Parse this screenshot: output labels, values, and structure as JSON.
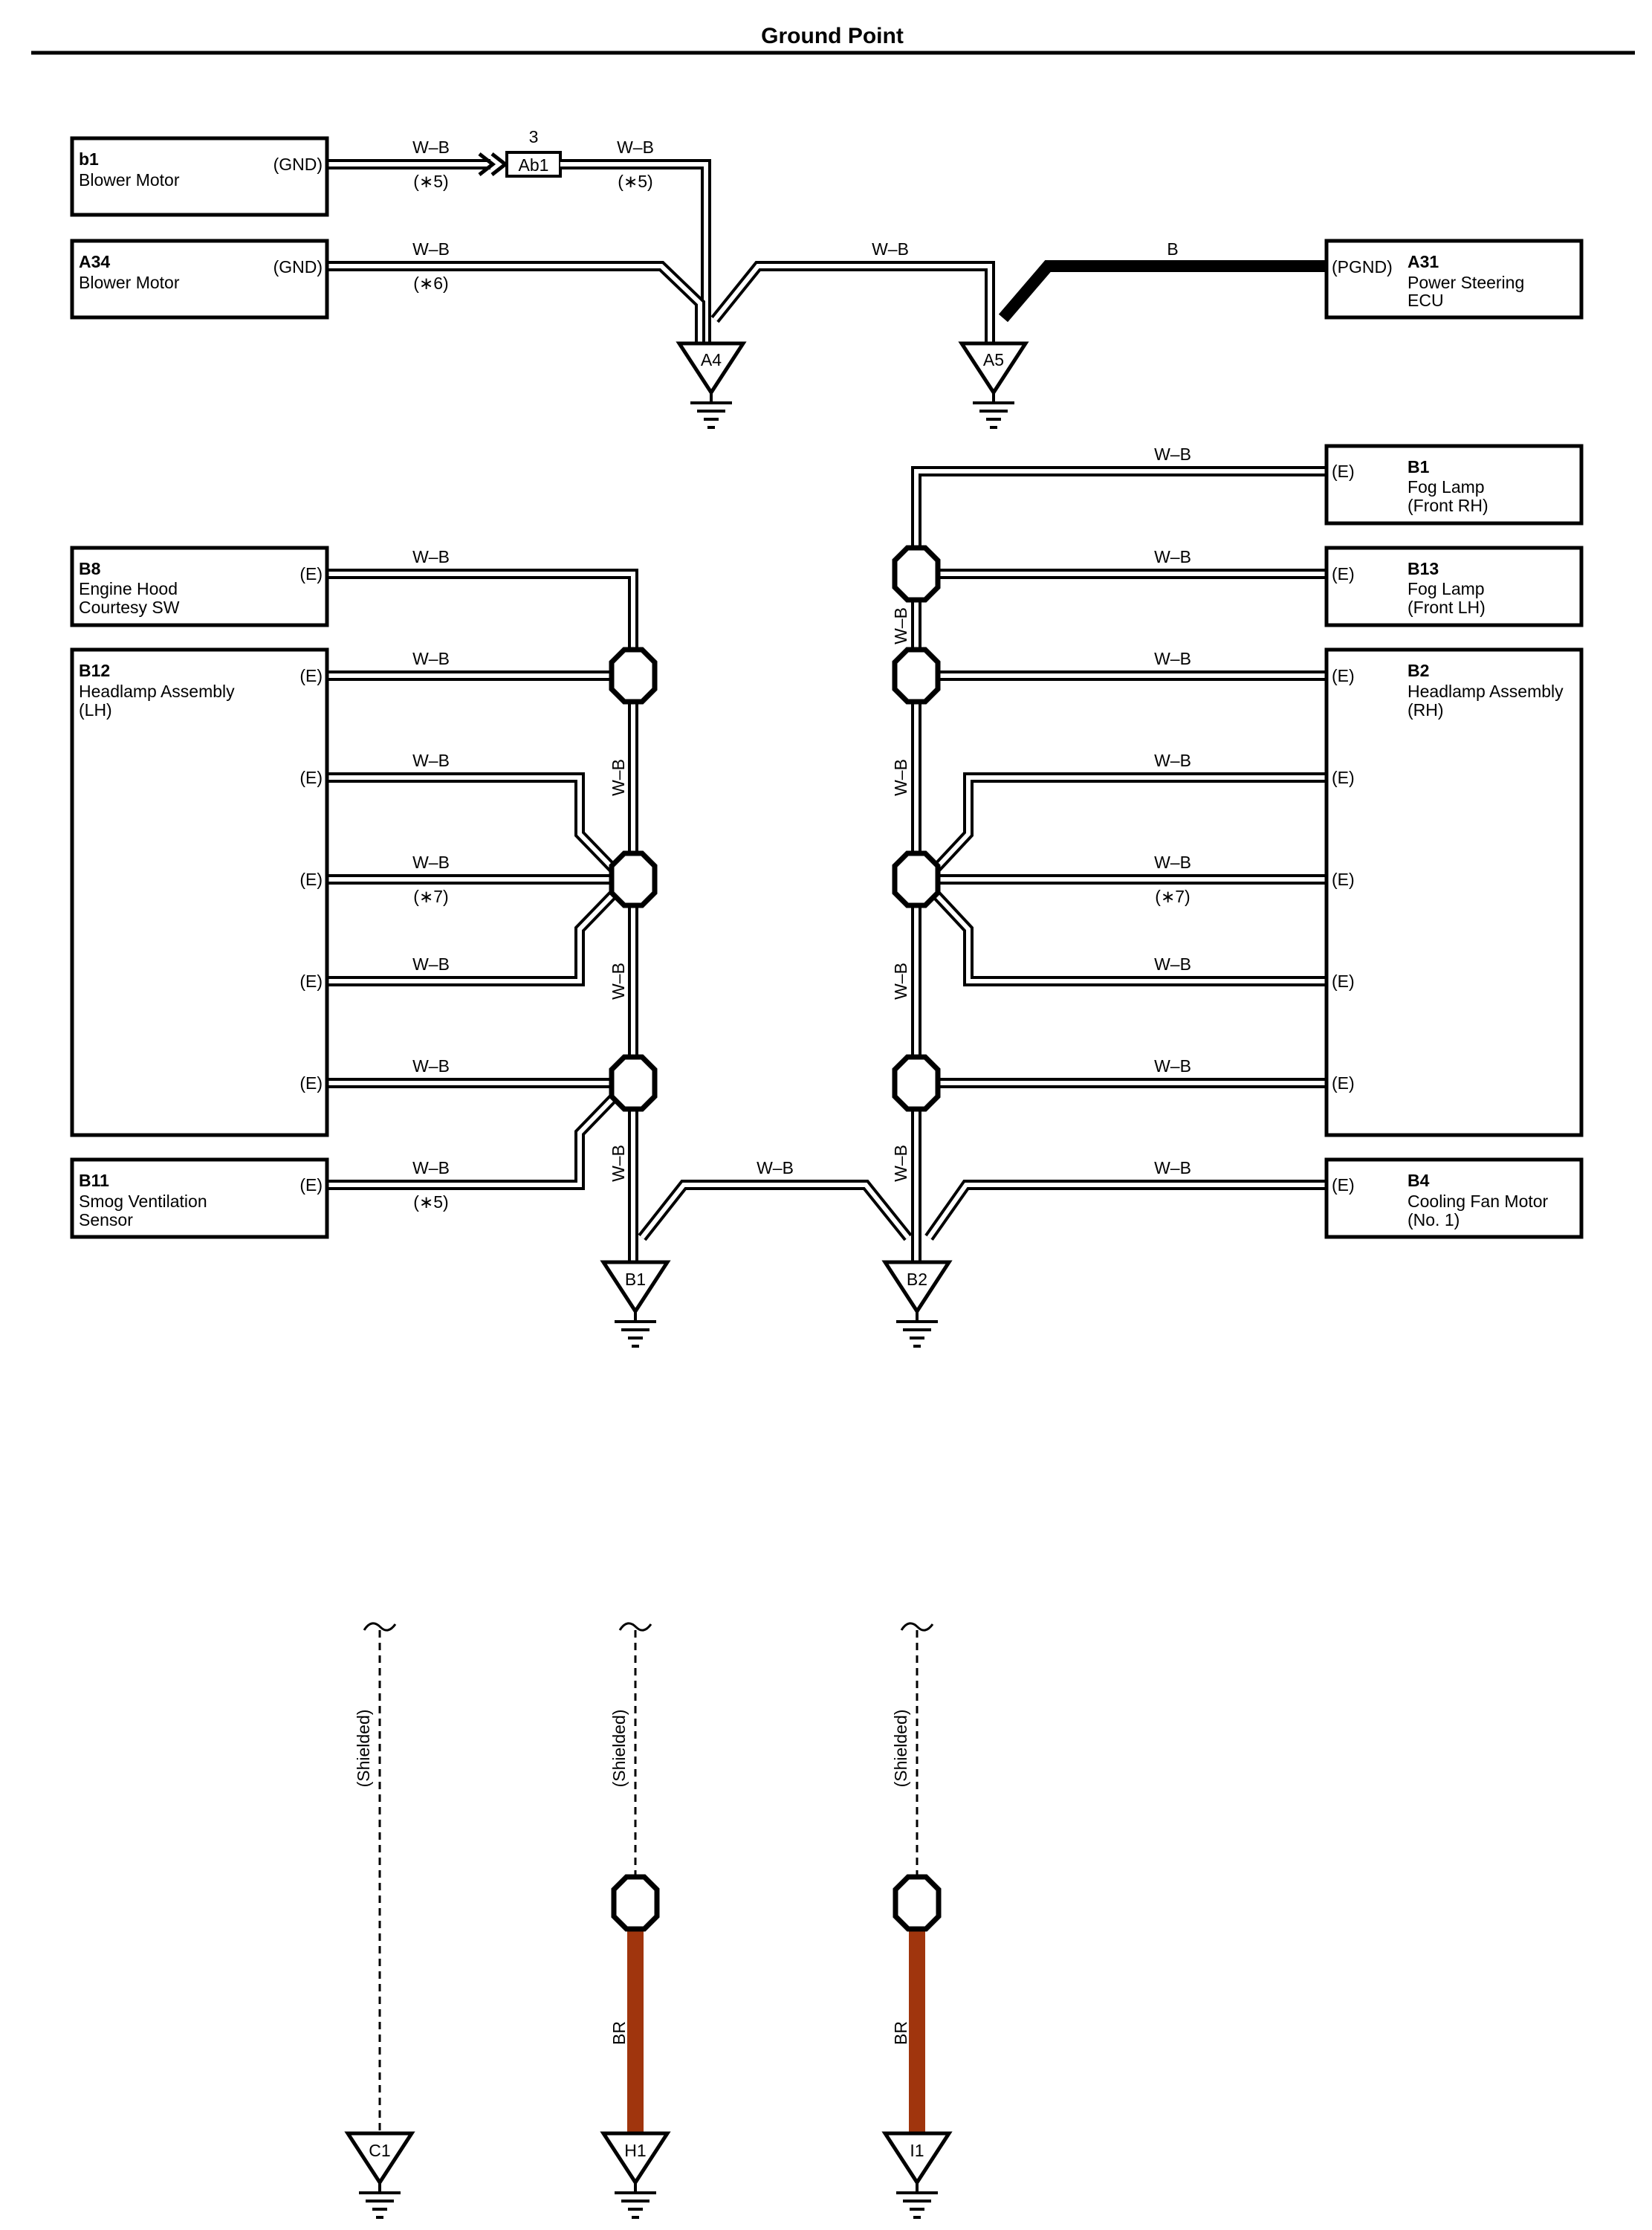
{
  "title": "Ground Point",
  "wire_color_wb": "W–B",
  "wire_color_b": "B",
  "wire_color_br": "BR",
  "shielded_label": "(Shielded)",
  "pin_gnd": "(GND)",
  "pin_pgnd": "(PGND)",
  "pin_e": "(E)",
  "notes": {
    "n5": "(∗5)",
    "n6": "(∗6)",
    "n7": "(∗7)"
  },
  "inline_connector": {
    "id": "Ab1",
    "pin": "3"
  },
  "components": {
    "b1": {
      "code": "b1",
      "name": [
        "Blower Motor"
      ]
    },
    "a34": {
      "code": "A34",
      "name": [
        "Blower Motor"
      ]
    },
    "a31": {
      "code": "A31",
      "name": [
        "Power Steering",
        "ECU"
      ]
    },
    "b1_fog": {
      "code": "B1",
      "name": [
        "Fog Lamp",
        "(Front RH)"
      ]
    },
    "b8": {
      "code": "B8",
      "name": [
        "Engine Hood",
        "Courtesy SW"
      ]
    },
    "b13": {
      "code": "B13",
      "name": [
        "Fog Lamp",
        "(Front LH)"
      ]
    },
    "b12": {
      "code": "B12",
      "name": [
        "Headlamp Assembly",
        "(LH)"
      ]
    },
    "b2_head": {
      "code": "B2",
      "name": [
        "Headlamp Assembly",
        "(RH)"
      ]
    },
    "b11": {
      "code": "B11",
      "name": [
        "Smog Ventilation",
        "Sensor"
      ]
    },
    "b4": {
      "code": "B4",
      "name": [
        "Cooling Fan Motor",
        "(No. 1)"
      ]
    }
  },
  "grounds": [
    "A4",
    "A5",
    "B1",
    "B2",
    "C1",
    "H1",
    "I1"
  ],
  "colors": {
    "wire": "#000000",
    "br_wire": "#a0350d",
    "background": "#ffffff"
  }
}
